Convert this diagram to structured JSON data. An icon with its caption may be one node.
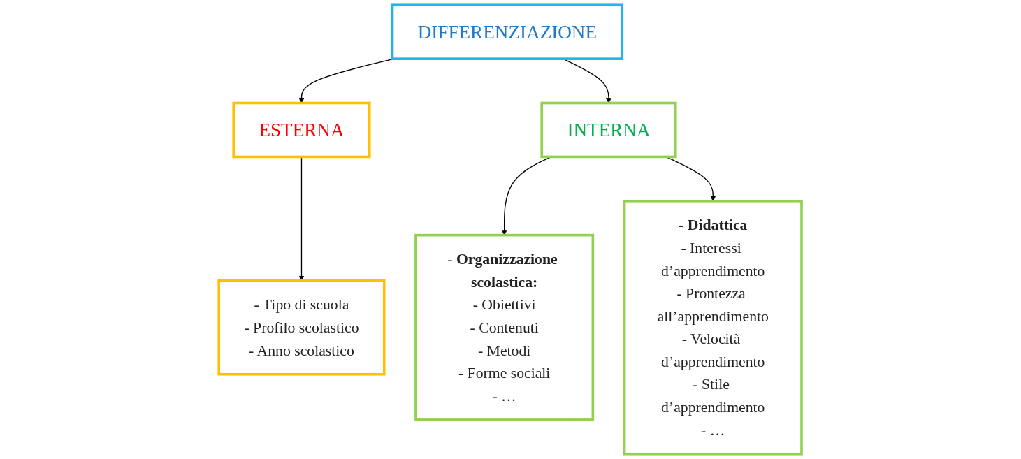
{
  "diagram": {
    "nodes": [
      {
        "text": [
          "DIFFERENZIAZIONE"
        ]
      },
      {
        "text": [
          "ESTERNA"
        ]
      },
      {
        "text": [
          "INTERNA"
        ]
      },
      {
        "text": [
          "- Tipo di scuola",
          "- Profilo scolastico",
          "- Anno scolastico"
        ]
      },
      {
        "text": [
          "- **Organizzazione scolastica:**",
          "- Obiettivi",
          "- Contenuti",
          "- Metodi",
          "- Forme sociali",
          "- …"
        ]
      },
      {
        "text": [
          "- **Didattica**",
          "- Interessi d’apprendimento",
          "- Prontezza all’apprendimento",
          "- Velocità d’apprendimento",
          "- Stile d’apprendimento",
          "- …"
        ]
      }
    ],
    "edges": [
      {
        "from": 0,
        "to": 1,
        "arrow": "to"
      },
      {
        "from": 0,
        "to": 2,
        "arrow": "to"
      },
      {
        "from": 1,
        "to": 3,
        "arrow": "to"
      },
      {
        "from": 2,
        "to": 4,
        "arrow": "to"
      },
      {
        "from": 2,
        "to": 5,
        "arrow": "to"
      }
    ]
  }
}
